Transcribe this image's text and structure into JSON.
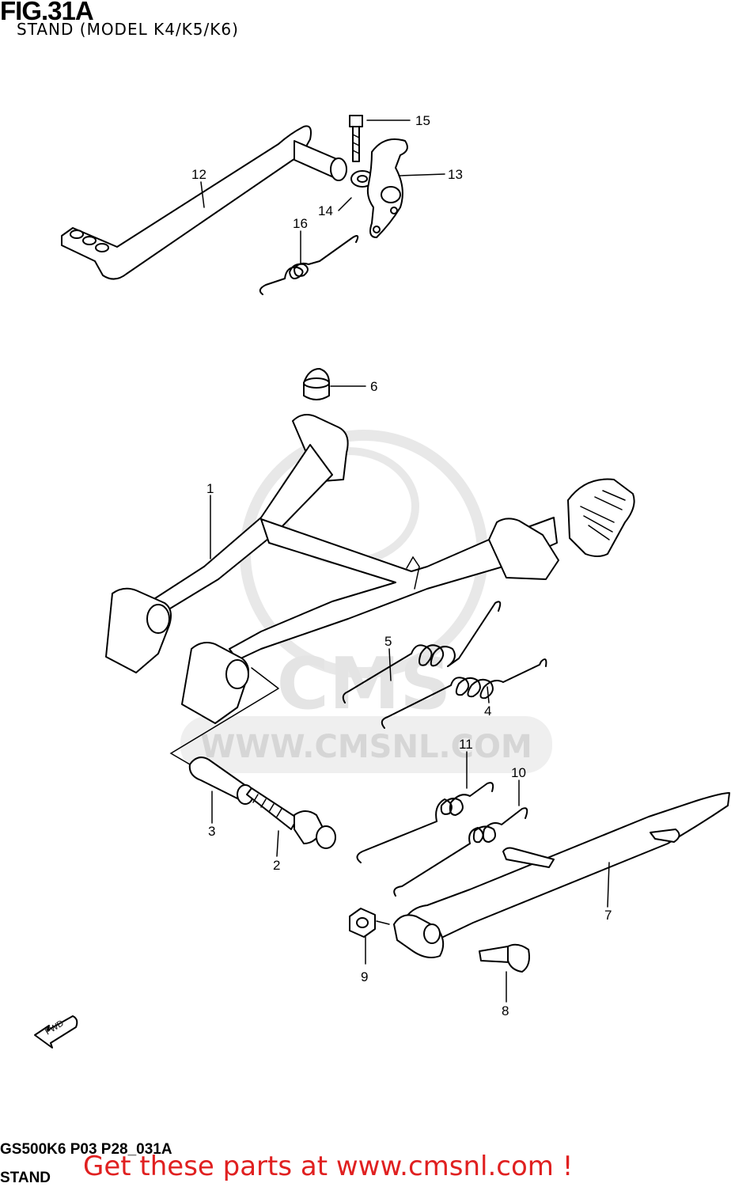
{
  "figure": {
    "number": "FIG.31A",
    "subtitle": "STAND (MODEL K4/K5/K6)"
  },
  "watermark": {
    "logo_text": "CMS",
    "url_text": "WWW.CMSNL.COM",
    "color": "#e4e4e4"
  },
  "fwd_marker": {
    "label": "FWD"
  },
  "callouts": [
    {
      "id": "1",
      "label": "1"
    },
    {
      "id": "2",
      "label": "2"
    },
    {
      "id": "3",
      "label": "3"
    },
    {
      "id": "4",
      "label": "4"
    },
    {
      "id": "5",
      "label": "5"
    },
    {
      "id": "6",
      "label": "6"
    },
    {
      "id": "7",
      "label": "7"
    },
    {
      "id": "8",
      "label": "8"
    },
    {
      "id": "9",
      "label": "9"
    },
    {
      "id": "10",
      "label": "10"
    },
    {
      "id": "11",
      "label": "11"
    },
    {
      "id": "12",
      "label": "12"
    },
    {
      "id": "13",
      "label": "13"
    },
    {
      "id": "14",
      "label": "14"
    },
    {
      "id": "15",
      "label": "15"
    },
    {
      "id": "16",
      "label": "16"
    }
  ],
  "footer": {
    "code": "GS500K6 P03 P28_031A",
    "section": "STAND",
    "promo_text": "Get these parts at www.cmsnl.com !",
    "promo_color": "#e02020"
  }
}
